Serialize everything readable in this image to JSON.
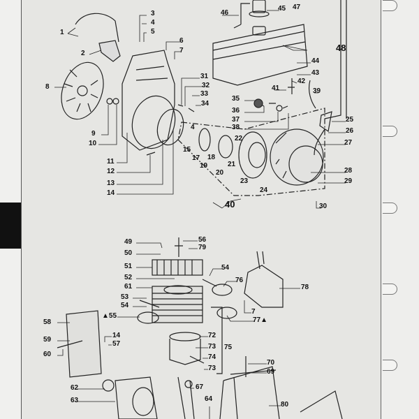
{
  "title": "Exploded parts diagram",
  "labels": {
    "p1": "1",
    "p2": "2",
    "p3": "3",
    "p4": "4",
    "p5": "5",
    "p6": "6",
    "p7": "7",
    "p8": "8",
    "p9": "9",
    "p10": "10",
    "p11": "11",
    "p12": "12",
    "p13": "13",
    "p14": "14",
    "p15": "15",
    "p4b": "4",
    "p17": "17",
    "p18": "18",
    "p19": "19",
    "p20": "20",
    "p21": "21",
    "p22": "22",
    "p23": "23",
    "p24": "24",
    "p25": "25",
    "p26": "26",
    "p27": "27",
    "p28": "28",
    "p29": "29",
    "p30": "30",
    "p31": "31",
    "p32": "32",
    "p33": "33",
    "p34": "34",
    "p35": "35",
    "p36": "36",
    "p37": "37",
    "p38": "38",
    "p39": "39",
    "p40": "40",
    "p41": "41",
    "p42": "42",
    "p43": "43",
    "p44": "44",
    "p45": "45",
    "p46": "46",
    "p47": "47",
    "p48": "48",
    "p49": "49",
    "p50": "50",
    "p51": "51",
    "p52": "52",
    "p53": "53",
    "p54a": "54",
    "p54b": "54",
    "p55": "▲55",
    "p56": "56",
    "p79": "79",
    "p61": "61",
    "p76": "76",
    "p78": "78",
    "p7b": "7",
    "p77": "77▲",
    "p58": "58",
    "p59": "59",
    "p60": "60",
    "p14b": "14",
    "p57": "57",
    "p72": "72",
    "p73a": "73",
    "p75": "75",
    "p74": "74",
    "p73b": "73",
    "p70": "70",
    "p69": "69",
    "p62": "62",
    "p63": "63",
    "p67": "67",
    "p64": "64",
    "p80": "80"
  }
}
